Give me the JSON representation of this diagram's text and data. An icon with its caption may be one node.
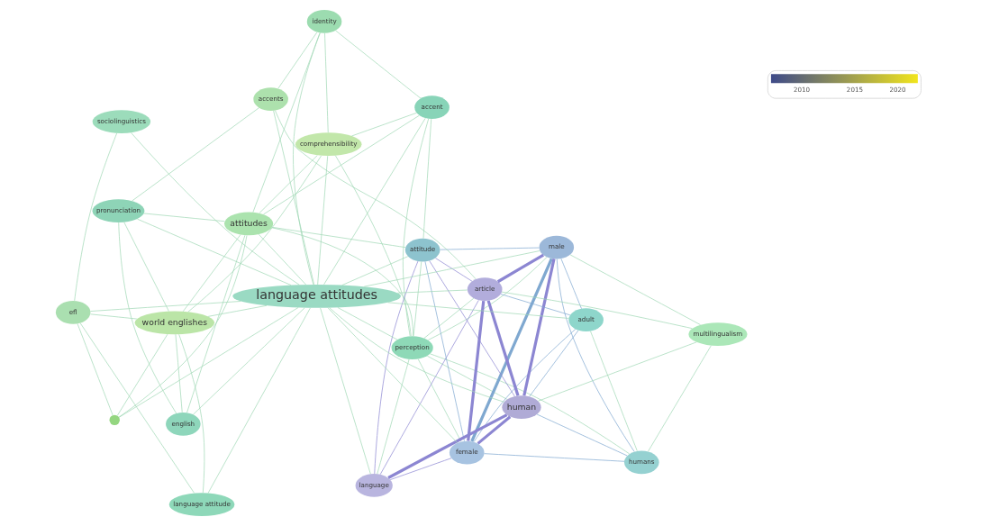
{
  "diagram": {
    "nodes": [
      {
        "text": [
          "comprehensibility"
        ]
      },
      {
        "text": [
          "perception"
        ]
      },
      {
        "text": [
          "english"
        ]
      },
      {
        "text": [
          "attitudes"
        ]
      },
      {
        "text": [
          "accent"
        ]
      },
      {
        "text": [
          "female"
        ]
      },
      {
        "text": [
          "humans"
        ]
      },
      {
        "text": [
          "world englishes"
        ]
      },
      {
        "text": [],
        "shape": "circle"
      },
      {
        "text": [
          "language"
        ]
      },
      {
        "text": [
          "language attitude"
        ]
      },
      {
        "text": [
          "pronunciation"
        ]
      },
      {
        "text": [
          "identity"
        ]
      },
      {
        "text": [
          "attitude"
        ]
      },
      {
        "text": [
          "male"
        ]
      },
      {
        "text": [
          "human"
        ]
      },
      {
        "text": [
          "multilingualism"
        ]
      },
      {
        "text": [
          "efl"
        ]
      },
      {
        "text": [
          "language attitudes"
        ]
      },
      {
        "text": [
          "article"
        ]
      },
      {
        "text": [
          "adult"
        ]
      },
      {
        "text": [
          "accents"
        ]
      },
      {
        "text": [
          "sociolinguistics"
        ]
      }
    ],
    "edges": [
      {
        "from": 18,
        "to": 3,
        "arrow": "none"
      },
      {
        "from": 18,
        "to": 11,
        "arrow": "none"
      },
      {
        "from": 18,
        "to": 12,
        "arrow": "none"
      },
      {
        "from": 18,
        "to": 7,
        "arrow": "none"
      },
      {
        "from": 18,
        "to": 17,
        "arrow": "none"
      },
      {
        "from": 18,
        "to": 22,
        "arrow": "none"
      },
      {
        "from": 18,
        "to": 21,
        "arrow": "none"
      },
      {
        "from": 18,
        "to": 13,
        "arrow": "none"
      },
      {
        "from": 18,
        "to": 2,
        "arrow": "none"
      },
      {
        "from": 18,
        "to": 4,
        "arrow": "none"
      },
      {
        "from": 18,
        "to": 0,
        "arrow": "none"
      },
      {
        "from": 18,
        "to": 1,
        "arrow": "none"
      },
      {
        "from": 18,
        "to": 19,
        "arrow": "none"
      },
      {
        "from": 18,
        "to": 15,
        "arrow": "none"
      },
      {
        "from": 18,
        "to": 10,
        "arrow": "none"
      },
      {
        "from": 18,
        "to": 8,
        "arrow": "none"
      },
      {
        "from": 18,
        "to": 5,
        "arrow": "none"
      },
      {
        "from": 18,
        "to": 14,
        "arrow": "none"
      },
      {
        "from": 18,
        "to": 9,
        "arrow": "none"
      },
      {
        "from": 18,
        "to": 20,
        "arrow": "none"
      },
      {
        "from": 3,
        "to": 2,
        "arrow": "none"
      },
      {
        "from": 3,
        "to": 4,
        "arrow": "none"
      },
      {
        "from": 3,
        "to": 8,
        "arrow": "none"
      },
      {
        "from": 3,
        "to": 0,
        "arrow": "none"
      },
      {
        "from": 3,
        "to": 11,
        "arrow": "none"
      },
      {
        "from": 3,
        "to": 12,
        "arrow": "none"
      },
      {
        "from": 3,
        "to": 7,
        "arrow": "none"
      },
      {
        "from": 3,
        "to": 13,
        "arrow": "none"
      },
      {
        "from": 3,
        "to": 1,
        "arrow": "none"
      },
      {
        "from": 7,
        "to": 8,
        "arrow": "none"
      },
      {
        "from": 7,
        "to": 10,
        "arrow": "none"
      },
      {
        "from": 7,
        "to": 2,
        "arrow": "none"
      },
      {
        "from": 7,
        "to": 17,
        "arrow": "none"
      },
      {
        "from": 7,
        "to": 0,
        "arrow": "none"
      },
      {
        "from": 7,
        "to": 11,
        "arrow": "none"
      },
      {
        "from": 0,
        "to": 4,
        "arrow": "none"
      },
      {
        "from": 0,
        "to": 12,
        "arrow": "none"
      },
      {
        "from": 0,
        "to": 1,
        "arrow": "none"
      },
      {
        "from": 2,
        "to": 11,
        "arrow": "none"
      },
      {
        "from": 4,
        "to": 12,
        "arrow": "none"
      },
      {
        "from": 4,
        "to": 13,
        "arrow": "none"
      },
      {
        "from": 4,
        "to": 1,
        "arrow": "none"
      },
      {
        "from": 1,
        "to": 5,
        "arrow": "none"
      },
      {
        "from": 1,
        "to": 9,
        "arrow": "none"
      },
      {
        "from": 1,
        "to": 15,
        "arrow": "none"
      },
      {
        "from": 1,
        "to": 19,
        "arrow": "none"
      },
      {
        "from": 1,
        "to": 14,
        "arrow": "none"
      },
      {
        "from": 1,
        "to": 6,
        "arrow": "none"
      },
      {
        "from": 1,
        "to": 13,
        "arrow": "none"
      },
      {
        "from": 13,
        "to": 5,
        "arrow": "none",
        "color": "#7fa8d0"
      },
      {
        "from": 13,
        "to": 15,
        "arrow": "none",
        "color": "#8c86d2"
      },
      {
        "from": 13,
        "to": 19,
        "arrow": "none",
        "color": "#8c86d2"
      },
      {
        "from": 13,
        "to": 9,
        "arrow": "none",
        "color": "#8c86d2"
      },
      {
        "from": 13,
        "to": 14,
        "arrow": "none",
        "color": "#7fa8d0"
      },
      {
        "from": 5,
        "to": 14,
        "arrow": "none",
        "style": "thick",
        "color": "#7fa8d0"
      },
      {
        "from": 5,
        "to": 15,
        "arrow": "none",
        "style": "thick",
        "color": "#8c86d2"
      },
      {
        "from": 5,
        "to": 19,
        "arrow": "none",
        "style": "thick",
        "color": "#8c86d2"
      },
      {
        "from": 5,
        "to": 20,
        "arrow": "none",
        "color": "#7fa8d0"
      },
      {
        "from": 5,
        "to": 6,
        "arrow": "none",
        "color": "#7fa8d0"
      },
      {
        "from": 5,
        "to": 9,
        "arrow": "none",
        "color": "#8c86d2"
      },
      {
        "from": 14,
        "to": 15,
        "arrow": "none",
        "style": "thick",
        "color": "#8c86d2"
      },
      {
        "from": 14,
        "to": 19,
        "arrow": "none",
        "style": "thick",
        "color": "#8c86d2"
      },
      {
        "from": 14,
        "to": 20,
        "arrow": "none",
        "color": "#7fa8d0"
      },
      {
        "from": 14,
        "to": 6,
        "arrow": "none",
        "color": "#7fa8d0"
      },
      {
        "from": 14,
        "to": 16,
        "arrow": "none"
      },
      {
        "from": 15,
        "to": 9,
        "arrow": "none",
        "style": "thick",
        "color": "#8c86d2"
      },
      {
        "from": 15,
        "to": 19,
        "arrow": "none",
        "style": "thick",
        "color": "#8c86d2"
      },
      {
        "from": 15,
        "to": 20,
        "arrow": "none",
        "color": "#7fa8d0"
      },
      {
        "from": 15,
        "to": 16,
        "arrow": "none"
      },
      {
        "from": 15,
        "to": 6,
        "arrow": "none",
        "color": "#7fa8d0"
      },
      {
        "from": 9,
        "to": 19,
        "arrow": "none",
        "color": "#8c86d2"
      },
      {
        "from": 19,
        "to": 20,
        "arrow": "none",
        "color": "#7fa8d0"
      },
      {
        "from": 6,
        "to": 20,
        "arrow": "none"
      },
      {
        "from": 6,
        "to": 16,
        "arrow": "none"
      },
      {
        "from": 16,
        "to": 19,
        "arrow": "none"
      },
      {
        "from": 12,
        "to": 21,
        "arrow": "none"
      },
      {
        "from": 11,
        "to": 21,
        "arrow": "none"
      },
      {
        "from": 21,
        "to": 19,
        "arrow": "none"
      },
      {
        "from": 17,
        "to": 8,
        "arrow": "none"
      },
      {
        "from": 10,
        "to": 17,
        "arrow": "none"
      },
      {
        "from": 22,
        "to": 17,
        "arrow": "none"
      }
    ],
    "labels": [
      "2010",
      "2015",
      "2020"
    ]
  }
}
